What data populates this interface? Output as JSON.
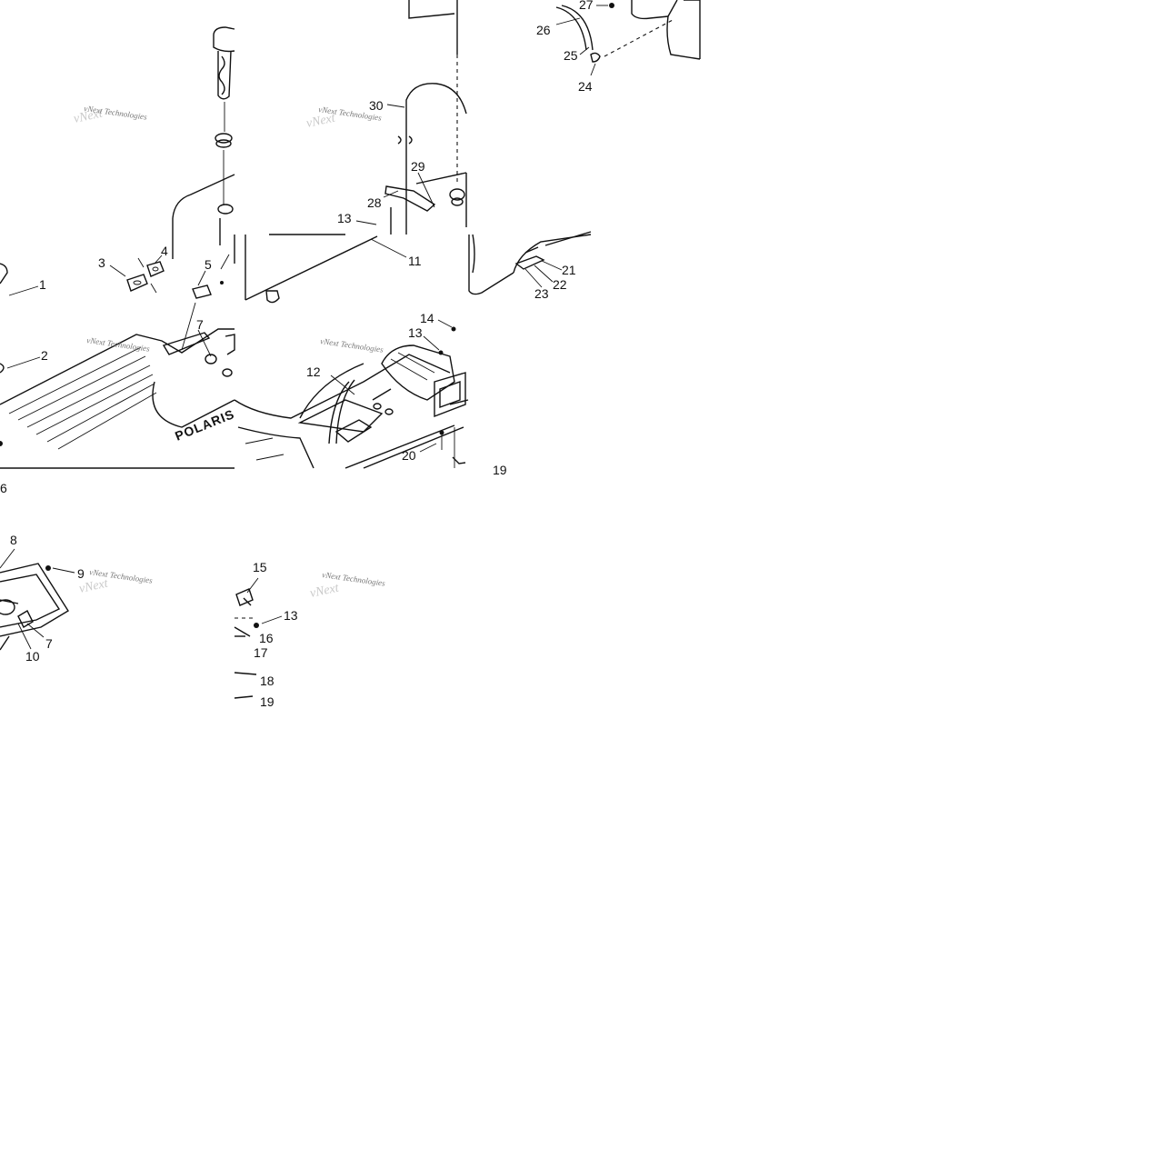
{
  "brand_text": "POLARIS",
  "watermark_text": "vNext Technologies",
  "callouts": {
    "c1": "1",
    "c2": "2",
    "c3": "3",
    "c4": "4",
    "c5": "5",
    "c6": "6",
    "c7a": "7",
    "c7b": "7",
    "c8": "8",
    "c9": "9",
    "c10": "10",
    "c11": "11",
    "c12": "12",
    "c13a": "13",
    "c13b": "13",
    "c13c": "13",
    "c14": "14",
    "c15": "15",
    "c16": "16",
    "c17": "17",
    "c18": "18",
    "c19a": "19",
    "c19b": "19",
    "c20": "20",
    "c21": "21",
    "c22": "22",
    "c23": "23",
    "c24": "24",
    "c25": "25",
    "c26": "26",
    "c27": "27",
    "c28": "28",
    "c29": "29",
    "c30": "30"
  },
  "colors": {
    "line": "#111111",
    "watermark": "#777777",
    "background": "#ffffff"
  }
}
